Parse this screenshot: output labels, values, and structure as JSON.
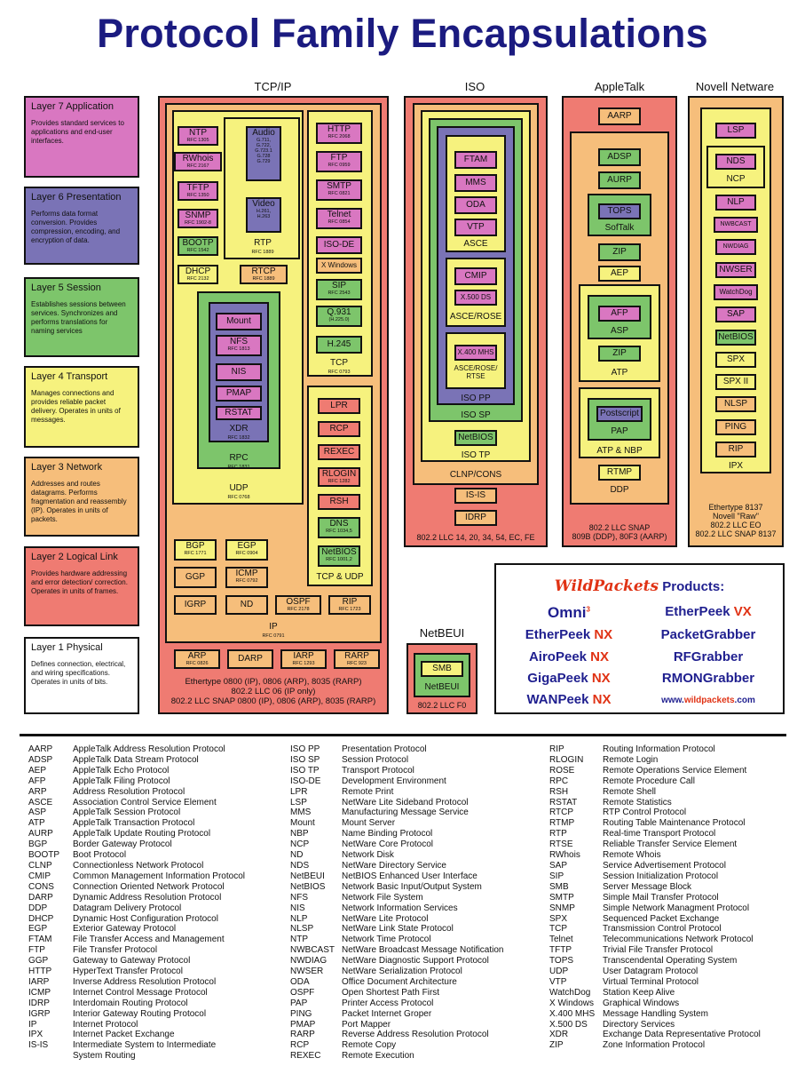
{
  "title": "Protocol Family Encapsulations",
  "families": {
    "tcpip": "TCP/IP",
    "iso": "ISO",
    "appletalk": "AppleTalk",
    "netware": "Novell Netware",
    "netbeui": "NetBEUI"
  },
  "layers": [
    {
      "name": "Layer 7 Application",
      "desc": "Provides standard services to applications and end-user interfaces."
    },
    {
      "name": "Layer 6 Presentation",
      "desc": "Performs data format conversion. Provides compression, encoding, and encryption of data."
    },
    {
      "name": "Layer 5 Session",
      "desc": "Establishes sessions between services. Synchronizes and performs translations for naming services"
    },
    {
      "name": "Layer 4 Transport",
      "desc": "Manages connections and provides reliable packet delivery. Operates in units of messages."
    },
    {
      "name": "Layer 3 Network",
      "desc": "Addresses and routes datagrams. Performs fragmentation and reassembly (IP). Operates in units of packets."
    },
    {
      "name": "Layer 2 Logical Link",
      "desc": "Provides hardware addressing and error detection/ correction. Operates in units of frames."
    },
    {
      "name": "Layer 1 Physical",
      "desc": "Defines connection, electrical, and wiring specifications. Operates in units of bits."
    }
  ],
  "tcp": {
    "ntp": {
      "n": "NTP",
      "r": "RFC 1305"
    },
    "rwhois": {
      "n": "RWhois",
      "r": "RFC 2167"
    },
    "tftp": {
      "n": "TFTP",
      "r": "RFC 1350"
    },
    "snmp": {
      "n": "SNMP",
      "r": "RFC 1902-8"
    },
    "bootp": {
      "n": "BOOTP",
      "r": "RFC 1542"
    },
    "audio": {
      "n": "Audio",
      "r": "G.711,\nG.722,\nG.723.1\nG.728\nG.729"
    },
    "video": {
      "n": "Video",
      "r": "H.261,\nH.263"
    },
    "rtp": {
      "n": "RTP",
      "r": "RFC 1889"
    },
    "dhcp": {
      "n": "DHCP",
      "r": "RFC 2132"
    },
    "rtcp": {
      "n": "RTCP",
      "r": "RFC 1889"
    },
    "http": {
      "n": "HTTP",
      "r": "RFC 2068"
    },
    "ftp": {
      "n": "FTP",
      "r": "RFC 0959"
    },
    "smtp": {
      "n": "SMTP",
      "r": "RFC 0821"
    },
    "telnet": {
      "n": "Telnet",
      "r": "RFC 0854"
    },
    "isode": {
      "n": "ISO-DE"
    },
    "xwindows": {
      "n": "X Windows"
    },
    "sip": {
      "n": "SIP",
      "r": "RFC 2543"
    },
    "q931": {
      "n": "Q.931",
      "r": "(H.225.0)"
    },
    "h245": {
      "n": "H.245"
    },
    "tcp": {
      "n": "TCP",
      "r": "RFC 0793"
    },
    "mount": {
      "n": "Mount"
    },
    "nfs": {
      "n": "NFS",
      "r": "RFC 1813"
    },
    "nis": {
      "n": "NIS"
    },
    "pmap": {
      "n": "PMAP"
    },
    "rstat": {
      "n": "RSTAT"
    },
    "xdr": {
      "n": "XDR",
      "r": "RFC 1832"
    },
    "rpc": {
      "n": "RPC",
      "r": "RFC 1831"
    },
    "udp": {
      "n": "UDP",
      "r": "RFC 0768"
    },
    "lpr": {
      "n": "LPR"
    },
    "rcp": {
      "n": "RCP"
    },
    "rexec": {
      "n": "REXEC"
    },
    "rlogin": {
      "n": "RLOGIN",
      "r": "RFC 1282"
    },
    "rsh": {
      "n": "RSH"
    },
    "dns": {
      "n": "DNS",
      "r": "RFC 1034,5"
    },
    "netbios": {
      "n": "NetBIOS",
      "r": "RFC 1001,2"
    },
    "tcpudp": {
      "n": "TCP & UDP"
    },
    "bgp": {
      "n": "BGP",
      "r": "RFC 1771"
    },
    "egp": {
      "n": "EGP",
      "r": "RFC 0904"
    },
    "ggp": {
      "n": "GGP"
    },
    "icmp": {
      "n": "ICMP",
      "r": "RFC 0792"
    },
    "igrp": {
      "n": "IGRP"
    },
    "nd": {
      "n": "ND"
    },
    "ospf": {
      "n": "OSPF",
      "r": "RFC 2178"
    },
    "rip": {
      "n": "RIP",
      "r": "RFC 1723"
    },
    "ip": {
      "n": "IP",
      "r": "RFC 0791"
    },
    "arp": {
      "n": "ARP",
      "r": "RFC 0826"
    },
    "darp": {
      "n": "DARP"
    },
    "iarp": {
      "n": "IARP",
      "r": "RFC 1293"
    },
    "rarp": {
      "n": "RARP",
      "r": "RFC 923"
    },
    "footer": "Ethertype 0800 (IP), 0806 (ARP), 8035 (RARP)\n802.2 LLC 06 (IP only)\n802.2 LLC SNAP 0800 (IP), 0806 (ARP), 8035 (RARP)"
  },
  "iso": {
    "ftam": "FTAM",
    "mms": "MMS",
    "oda": "ODA",
    "vtp": "VTP",
    "asce": "ASCE",
    "cmip": "CMIP",
    "x500": "X.500 DS",
    "asce_rose": "ASCE/ROSE",
    "x400": "X.400 MHS",
    "asce_rose_rtse": "ASCE/ROSE/\nRTSE",
    "isopp": "ISO PP",
    "isosp": "ISO SP",
    "netbios": "NetBIOS",
    "isotp": "ISO TP",
    "clnp": "CLNP/CONS",
    "isis": "IS-IS",
    "idrp": "IDRP",
    "footer": "802.2 LLC 14, 20, 34, 54, EC, FE"
  },
  "at": {
    "aarp": "AARP",
    "adsp": "ADSP",
    "aurp": "AURP",
    "tops": "TOPS",
    "softalk": "SofTalk",
    "zip": "ZIP",
    "aep": "AEP",
    "afp": "AFP",
    "asp": "ASP",
    "zip2": "ZIP",
    "atp": "ATP",
    "postscript": "Postscript",
    "pap": "PAP",
    "atpnbp": "ATP & NBP",
    "rtmp": "RTMP",
    "ddp": "DDP",
    "footer": "802.2 LLC SNAP\n809B (DDP), 80F3 (AARP)"
  },
  "nw": {
    "lsp": "LSP",
    "nds": "NDS",
    "ncp": "NCP",
    "nlp": "NLP",
    "nwbcast": "NWBCAST",
    "nwdiag": "NWDIAG",
    "nwser": "NWSER",
    "watchdog": "WatchDog",
    "sap": "SAP",
    "netbios": "NetBIOS",
    "spx": "SPX",
    "spx2": "SPX II",
    "nlsp": "NLSP",
    "ping": "PING",
    "rip": "RIP",
    "ipx": "IPX",
    "footer": "Ethertype 8137\nNovell \"Raw\"\n802.2 LLC EO\n802.2 LLC SNAP 8137"
  },
  "nb": {
    "smb": "SMB",
    "netbeui": "NetBEUI",
    "footer": "802.2 LLC F0"
  },
  "products": {
    "brand": "WildPackets",
    "brand_tail": "Products:",
    "omni": "Omni",
    "omni_sup": "3",
    "items": [
      [
        "EtherPeek",
        " VX"
      ],
      [
        "EtherPeek",
        " NX"
      ],
      [
        "PacketGrabber",
        ""
      ],
      [
        "AiroPeek",
        " NX"
      ],
      [
        "RFGrabber",
        ""
      ],
      [
        "GigaPeek",
        " NX"
      ],
      [
        "RMONGrabber",
        ""
      ],
      [
        "WANPeek",
        " NX"
      ]
    ],
    "url_pre": "www.",
    "url_mid": "wildpackets",
    "url_post": ".com"
  },
  "colors": {
    "title": "#1b1b80",
    "yellow": "#f6f27e",
    "orange": "#f6be7b",
    "red": "#ef7b72",
    "green": "#7dc56b",
    "purple": "#7a73b6",
    "pink": "#d977c1",
    "brand_red": "#e03214"
  },
  "glossary": [
    [
      [
        "AARP",
        "AppleTalk Address Resolution Protocol"
      ],
      [
        "ADSP",
        "AppleTalk Data Stream Protocol"
      ],
      [
        "AEP",
        "AppleTalk Echo Protocol"
      ],
      [
        "AFP",
        "AppleTalk Filing Protocol"
      ],
      [
        "ARP",
        "Address Resolution Protocol"
      ],
      [
        "ASCE",
        "Association Control Service Element"
      ],
      [
        "ASP",
        "AppleTalk Session Protocol"
      ],
      [
        "ATP",
        "AppleTalk Transaction Protocol"
      ],
      [
        "AURP",
        "AppleTalk Update Routing Protocol"
      ],
      [
        "BGP",
        "Border Gateway Protocol"
      ],
      [
        "BOOTP",
        "Boot Protocol"
      ],
      [
        "CLNP",
        "Connectionless Network Protocol"
      ],
      [
        "CMIP",
        "Common Management Information Protocol"
      ],
      [
        "CONS",
        "Connection Oriented Network Protocol"
      ],
      [
        "DARP",
        "Dynamic Address Resolution Protocol"
      ],
      [
        "DDP",
        "Datagram Delivery Protocol"
      ],
      [
        "DHCP",
        "Dynamic Host Configuration Protocol"
      ],
      [
        "EGP",
        "Exterior Gateway Protocol"
      ],
      [
        "FTAM",
        "File Transfer Access and Management"
      ],
      [
        "FTP",
        "File Transfer Protocol"
      ],
      [
        "GGP",
        "Gateway to Gateway Protocol"
      ],
      [
        "HTTP",
        "HyperText Transfer Protocol"
      ],
      [
        "IARP",
        "Inverse Address Resolution Protocol"
      ],
      [
        "ICMP",
        "Internet Control Message Protocol"
      ],
      [
        "IDRP",
        "Interdomain Routing Protocol"
      ],
      [
        "IGRP",
        "Interior Gateway Routing Protocol"
      ],
      [
        "IP",
        "Internet Protocol"
      ],
      [
        "IPX",
        "Internet Packet Exchange"
      ],
      [
        "IS-IS",
        "Intermediate System to Intermediate"
      ],
      [
        "",
        "System Routing"
      ]
    ],
    [
      [
        "ISO PP",
        "Presentation Protocol"
      ],
      [
        "ISO SP",
        "Session Protocol"
      ],
      [
        "ISO TP",
        "Transport Protocol"
      ],
      [
        "ISO-DE",
        "Development Environment"
      ],
      [
        "LPR",
        "Remote Print"
      ],
      [
        "LSP",
        "NetWare Lite Sideband Protocol"
      ],
      [
        "MMS",
        "Manufacturing Message Service"
      ],
      [
        "Mount",
        "Mount Server"
      ],
      [
        "NBP",
        "Name Binding Protocol"
      ],
      [
        "NCP",
        "NetWare Core Protocol"
      ],
      [
        "ND",
        "Network Disk"
      ],
      [
        "NDS",
        "NetWare Directory Service"
      ],
      [
        "NetBEUI",
        "NetBIOS Enhanced User Interface"
      ],
      [
        "NetBIOS",
        "Network Basic Input/Output System"
      ],
      [
        "NFS",
        "Network File System"
      ],
      [
        "NIS",
        "Network Information Services"
      ],
      [
        "NLP",
        "NetWare Lite Protocol"
      ],
      [
        "NLSP",
        "NetWare Link State Protocol"
      ],
      [
        "NTP",
        "Network Time Protocol"
      ],
      [
        "NWBCAST",
        "NetWare Broadcast Message Notification"
      ],
      [
        "NWDIAG",
        "NetWare Diagnostic Support Protocol"
      ],
      [
        "NWSER",
        "NetWare Serialization Protocol"
      ],
      [
        "ODA",
        "Office Document Architecture"
      ],
      [
        "OSPF",
        "Open Shortest Path First"
      ],
      [
        "PAP",
        "Printer Access Protocol"
      ],
      [
        "PING",
        "Packet Internet Groper"
      ],
      [
        "PMAP",
        "Port Mapper"
      ],
      [
        "RARP",
        "Reverse Address Resolution Protocol"
      ],
      [
        "RCP",
        "Remote Copy"
      ],
      [
        "REXEC",
        "Remote Execution"
      ]
    ],
    [
      [
        "RIP",
        "Routing Information Protocol"
      ],
      [
        "RLOGIN",
        "Remote Login"
      ],
      [
        "ROSE",
        "Remote Operations Service Element"
      ],
      [
        "RPC",
        "Remote Procedure Call"
      ],
      [
        "RSH",
        "Remote Shell"
      ],
      [
        "RSTAT",
        "Remote Statistics"
      ],
      [
        "RTCP",
        "RTP Control Protocol"
      ],
      [
        "RTMP",
        "Routing Table Maintenance Protocol"
      ],
      [
        "RTP",
        "Real-time Transport Protocol"
      ],
      [
        "RTSE",
        "Reliable Transfer Service Element"
      ],
      [
        "RWhois",
        "Remote Whois"
      ],
      [
        "SAP",
        "Service Advertisement Protocol"
      ],
      [
        "SIP",
        "Session Initialization Protocol"
      ],
      [
        "SMB",
        "Server Message Block"
      ],
      [
        "SMTP",
        "Simple Mail Transfer Protocol"
      ],
      [
        "SNMP",
        "Simple Network Managment Protocol"
      ],
      [
        "SPX",
        "Sequenced Packet Exchange"
      ],
      [
        "TCP",
        "Transmission Control Protocol"
      ],
      [
        "Telnet",
        "Telecommunications Network Protocol"
      ],
      [
        "TFTP",
        "Trivial File Transfer Protocol"
      ],
      [
        "TOPS",
        "Transcendental Operating System"
      ],
      [
        "UDP",
        "User Datagram Protocol"
      ],
      [
        "VTP",
        "Virtual Terminal Protocol"
      ],
      [
        "WatchDog",
        "Station Keep Alive"
      ],
      [
        "X Windows",
        "Graphical Windows"
      ],
      [
        "X.400 MHS",
        "Message Handling System"
      ],
      [
        "X.500 DS",
        "Directory Services"
      ],
      [
        "XDR",
        "Exchange Data Representative Protocol"
      ],
      [
        "ZIP",
        "Zone Information Protocol"
      ]
    ]
  ]
}
